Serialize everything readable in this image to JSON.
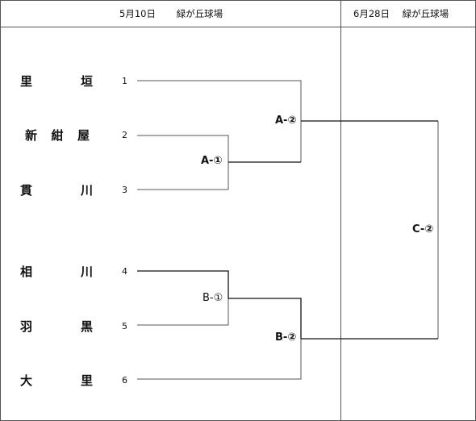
{
  "header": {
    "left": {
      "date": "5月10日",
      "venue": "緑が丘球場"
    },
    "right": {
      "date": "6月28日",
      "venue": "緑が丘球場"
    }
  },
  "teams": [
    {
      "seed": "1",
      "chars": [
        "里",
        "垣"
      ]
    },
    {
      "seed": "2",
      "chars": [
        "新",
        "紺",
        "屋"
      ]
    },
    {
      "seed": "3",
      "chars": [
        "貫",
        "川"
      ]
    },
    {
      "seed": "4",
      "chars": [
        "相",
        "川"
      ]
    },
    {
      "seed": "5",
      "chars": [
        "羽",
        "黒"
      ]
    },
    {
      "seed": "6",
      "chars": [
        "大",
        "里"
      ]
    }
  ],
  "matches": {
    "a1": "A-①",
    "a2": "A-②",
    "b1": "B-①",
    "b2": "B-②",
    "c2": "C-②"
  }
}
